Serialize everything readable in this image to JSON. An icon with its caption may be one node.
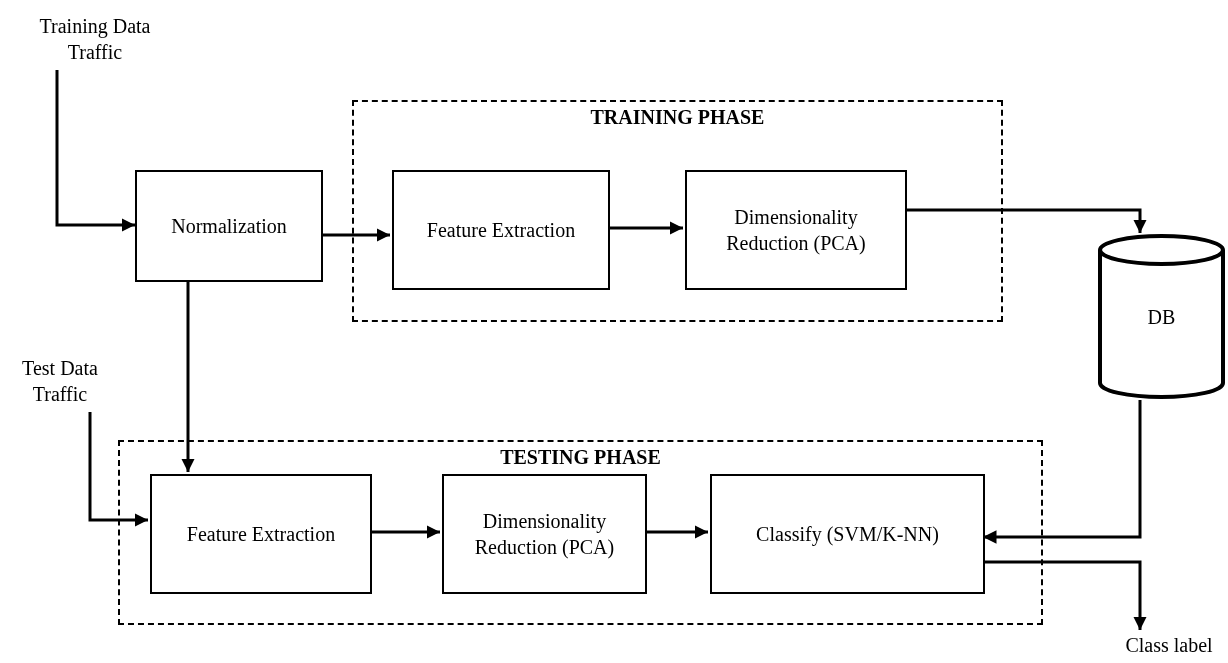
{
  "diagram": {
    "nodes": [
      {
        "text": [
          "Training Data Traffic"
        ]
      },
      {
        "text": [
          "Normalization"
        ]
      },
      {
        "text": [
          "TRAINING PHASE"
        ]
      },
      {
        "text": [
          "Feature Extraction"
        ],
        "in": 2
      },
      {
        "text": [
          "Dimensionality Reduction (PCA)"
        ],
        "in": 2
      },
      {
        "text": [
          "DB"
        ]
      },
      {
        "text": [
          "Test Data Traffic"
        ]
      },
      {
        "text": [
          "TESTING PHASE"
        ]
      },
      {
        "text": [
          "Feature Extraction"
        ],
        "in": 7
      },
      {
        "text": [
          "Dimensionality Reduction (PCA)"
        ],
        "in": 7
      },
      {
        "text": [
          "Classify (SVM/K-NN)"
        ],
        "in": 7
      },
      {
        "text": [
          "Class label"
        ]
      }
    ],
    "edges": [
      {
        "from": 0,
        "to": 1,
        "arrow": "to"
      },
      {
        "from": 1,
        "to": 3,
        "arrow": "to"
      },
      {
        "from": 3,
        "to": 4,
        "arrow": "to"
      },
      {
        "from": 4,
        "to": 5,
        "arrow": "to"
      },
      {
        "from": 1,
        "to": 8,
        "arrow": "to"
      },
      {
        "from": 6,
        "to": 8,
        "arrow": "to"
      },
      {
        "from": 8,
        "to": 9,
        "arrow": "to"
      },
      {
        "from": 9,
        "to": 10,
        "arrow": "to"
      },
      {
        "from": 5,
        "to": 10,
        "arrow": "to"
      },
      {
        "from": 10,
        "to": 11,
        "arrow": "to"
      }
    ]
  }
}
